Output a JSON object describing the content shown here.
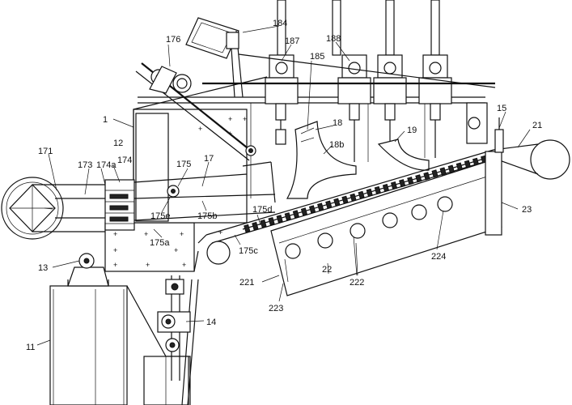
{
  "labels": {
    "l1": "1",
    "l11": "11",
    "l12": "12",
    "l13": "13",
    "l14": "14",
    "l15": "15",
    "l17": "17",
    "l18": "18",
    "l18b": "18b",
    "l19": "19",
    "l21": "21",
    "l22": "22",
    "l23": "23",
    "l171": "171",
    "l173": "173",
    "l174": "174",
    "l174a": "174a",
    "l175": "175",
    "l175a": "175a",
    "l175b": "175b",
    "l175c": "175c",
    "l175d": "175d",
    "l175e": "175e",
    "l176": "176",
    "l184": "184",
    "l185": "185",
    "l187": "187",
    "l188": "188",
    "l221": "221",
    "l222": "222",
    "l223": "223",
    "l224": "224"
  }
}
